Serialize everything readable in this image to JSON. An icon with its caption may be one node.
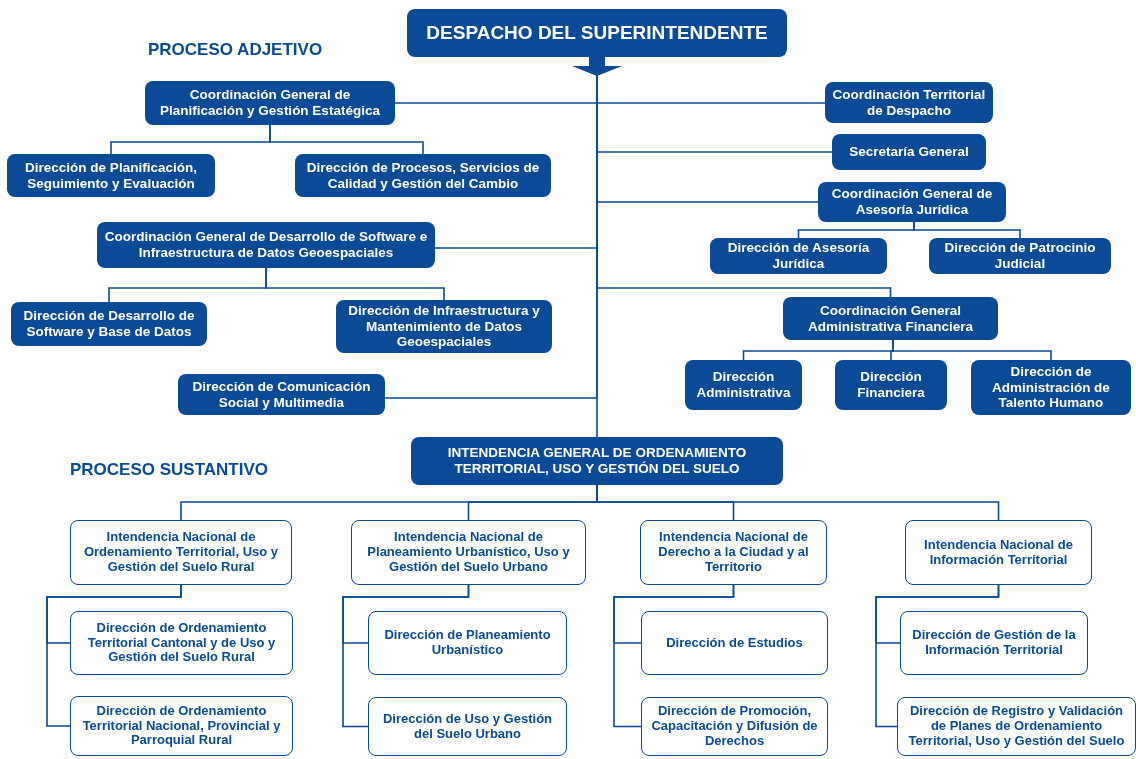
{
  "diagram": {
    "nodes": [
      {
        "text": [
          "DESPACHO DEL SUPERINTENDENTE"
        ]
      },
      {
        "text": [
          "Coordinación General de Planificación y Gestión Estatégica"
        ]
      },
      {
        "text": [
          "Dirección de Planificación, Seguimiento y Evaluación"
        ]
      },
      {
        "text": [
          "Dirección de Procesos, Servicios de Calidad y Gestión del Cambio"
        ]
      },
      {
        "text": [
          "Coordinación General de Desarrollo de Software e Infraestructura de Datos Geoespaciales"
        ]
      },
      {
        "text": [
          "Dirección de Desarrollo de Software y Base de Datos"
        ]
      },
      {
        "text": [
          "Dirección de Infraestructura y Mantenimiento de Datos Geoespaciales"
        ]
      },
      {
        "text": [
          "Dirección de Comunicación Social y Multimedia"
        ]
      },
      {
        "text": [
          "Coordinación Territorial de Despacho"
        ]
      },
      {
        "text": [
          "Secretaría General"
        ]
      },
      {
        "text": [
          "Coordinación General de Asesoría Jurídica"
        ]
      },
      {
        "text": [
          "Dirección de Asesoría Jurídica"
        ]
      },
      {
        "text": [
          "Dirección de Patrocinio Judicial"
        ]
      },
      {
        "text": [
          "Coordinación General Administrativa Financiera"
        ]
      },
      {
        "text": [
          "Dirección Administrativa"
        ]
      },
      {
        "text": [
          "Dirección Financiera"
        ]
      },
      {
        "text": [
          "Dirección de Administración de Talento Humano"
        ]
      },
      {
        "text": [
          "INTENDENCIA GENERAL DE ORDENAMIENTO TERRITORIAL, USO Y GESTIÓN DEL SUELO"
        ]
      },
      {
        "text": [
          "Intendencia Nacional de Ordenamiento Territorial, Uso y Gestión del Suelo Rural"
        ]
      },
      {
        "text": [
          "Dirección de Ordenamiento Territorial Cantonal y de Uso y Gestión del Suelo Rural"
        ]
      },
      {
        "text": [
          "Dirección de Ordenamiento Territorial Nacional, Provincial y Parroquial Rural"
        ]
      },
      {
        "text": [
          "Intendencia Nacional de Planeamiento Urbanístico, Uso y Gestión del Suelo Urbano"
        ]
      },
      {
        "text": [
          "Dirección de Planeamiento Urbanístico"
        ]
      },
      {
        "text": [
          "Dirección de Uso y Gestión del Suelo Urbano"
        ]
      },
      {
        "text": [
          "Intendencia Nacional de Derecho a la Ciudad y al Territorio"
        ]
      },
      {
        "text": [
          "Dirección de Estudios"
        ]
      },
      {
        "text": [
          "Dirección de Promoción, Capacitación y Difusión de Derechos"
        ]
      },
      {
        "text": [
          "Intendencia Nacional de Información Territorial"
        ]
      },
      {
        "text": [
          "Dirección de Gestión de la Información Territorial"
        ]
      },
      {
        "text": [
          "Dirección de Registro y Validación de Planes de Ordenamiento Territorial, Uso y Gestión del Suelo"
        ]
      }
    ],
    "edges": [
      {
        "from": 0,
        "to": 1,
        "arrow": "none"
      },
      {
        "from": 0,
        "to": 8,
        "arrow": "none"
      },
      {
        "from": 0,
        "to": 9,
        "arrow": "none"
      },
      {
        "from": 0,
        "to": 10,
        "arrow": "none"
      },
      {
        "from": 0,
        "to": 4,
        "arrow": "none"
      },
      {
        "from": 0,
        "to": 13,
        "arrow": "none"
      },
      {
        "from": 0,
        "to": 7,
        "arrow": "none"
      },
      {
        "from": 0,
        "to": 17,
        "arrow": "none"
      },
      {
        "from": 1,
        "to": 2,
        "arrow": "none"
      },
      {
        "from": 1,
        "to": 3,
        "arrow": "none"
      },
      {
        "from": 4,
        "to": 5,
        "arrow": "none"
      },
      {
        "from": 4,
        "to": 6,
        "arrow": "none"
      },
      {
        "from": 10,
        "to": 11,
        "arrow": "none"
      },
      {
        "from": 10,
        "to": 12,
        "arrow": "none"
      },
      {
        "from": 13,
        "to": 14,
        "arrow": "none"
      },
      {
        "from": 13,
        "to": 15,
        "arrow": "none"
      },
      {
        "from": 13,
        "to": 16,
        "arrow": "none"
      },
      {
        "from": 17,
        "to": 18,
        "arrow": "none"
      },
      {
        "from": 17,
        "to": 21,
        "arrow": "none"
      },
      {
        "from": 17,
        "to": 24,
        "arrow": "none"
      },
      {
        "from": 17,
        "to": 27,
        "arrow": "none"
      },
      {
        "from": 18,
        "to": 19,
        "arrow": "none"
      },
      {
        "from": 18,
        "to": 20,
        "arrow": "none"
      },
      {
        "from": 21,
        "to": 22,
        "arrow": "none"
      },
      {
        "from": 21,
        "to": 23,
        "arrow": "none"
      },
      {
        "from": 24,
        "to": 25,
        "arrow": "none"
      },
      {
        "from": 24,
        "to": 26,
        "arrow": "none"
      },
      {
        "from": 27,
        "to": 28,
        "arrow": "none"
      },
      {
        "from": 27,
        "to": 29,
        "arrow": "none"
      }
    ],
    "labels": [
      "PROCESO ADJETIVO",
      "PROCESO SUSTANTIVO"
    ]
  }
}
